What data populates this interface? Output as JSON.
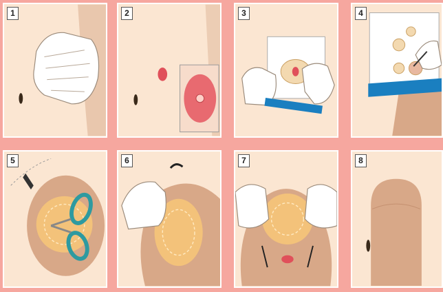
{
  "steps": [
    {
      "number": "1",
      "icon": "hand-cleaning-skin-icon"
    },
    {
      "number": "2",
      "icon": "stoma-measurement-icon"
    },
    {
      "number": "3",
      "icon": "peel-backing-paper-icon"
    },
    {
      "number": "4",
      "icon": "trace-template-icon"
    },
    {
      "number": "5",
      "icon": "cut-opening-scissors-icon"
    },
    {
      "number": "6",
      "icon": "apply-wafer-icon"
    },
    {
      "number": "7",
      "icon": "press-wafer-warm-icon"
    },
    {
      "number": "8",
      "icon": "pouch-attached-icon"
    }
  ],
  "colors": {
    "background": "#f6a79f",
    "panel": "#fbe6d2",
    "skin": "#d8a888",
    "stoma": "#e0505a",
    "wafer": "#f3c27a",
    "blue": "#1a7fc0",
    "teal": "#2e9aa0"
  }
}
